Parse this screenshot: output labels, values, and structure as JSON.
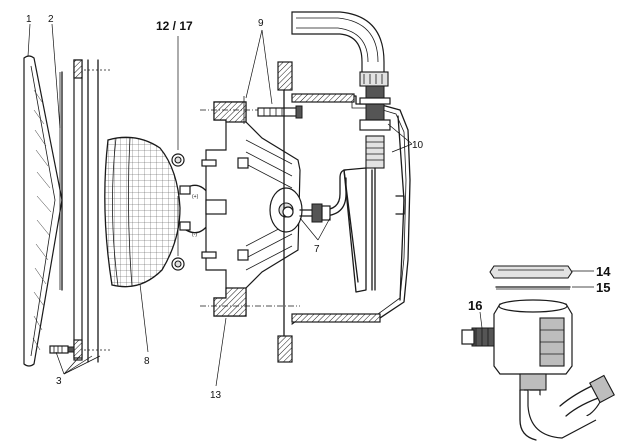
{
  "callouts": {
    "c1": "1",
    "c2": "2",
    "c3": "3",
    "c7": "7",
    "c8": "8",
    "c9": "9",
    "c10": "10",
    "c12_17": "12 / 17",
    "c13": "13",
    "c14": "14",
    "c15": "15",
    "c16": "16"
  },
  "colors": {
    "ink": "#1a1a1a",
    "fill_gray": "#bdbdbd",
    "background": "#ffffff"
  }
}
